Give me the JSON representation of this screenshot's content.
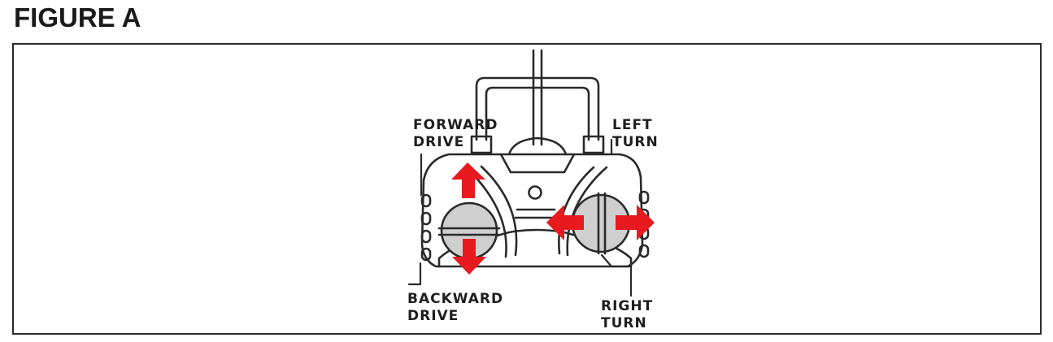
{
  "figure": {
    "title": "FIGURE A"
  },
  "labels": {
    "forward": [
      "FORWARD",
      "DRIVE"
    ],
    "left": [
      "LEFT",
      "TURN"
    ],
    "backward": [
      "BACKWARD",
      "DRIVE"
    ],
    "right": [
      "RIGHT",
      "TURN"
    ]
  },
  "colors": {
    "arrow": "#e8191f",
    "line": "#2a2a2a",
    "knob_fill": "#cfcfcf"
  }
}
